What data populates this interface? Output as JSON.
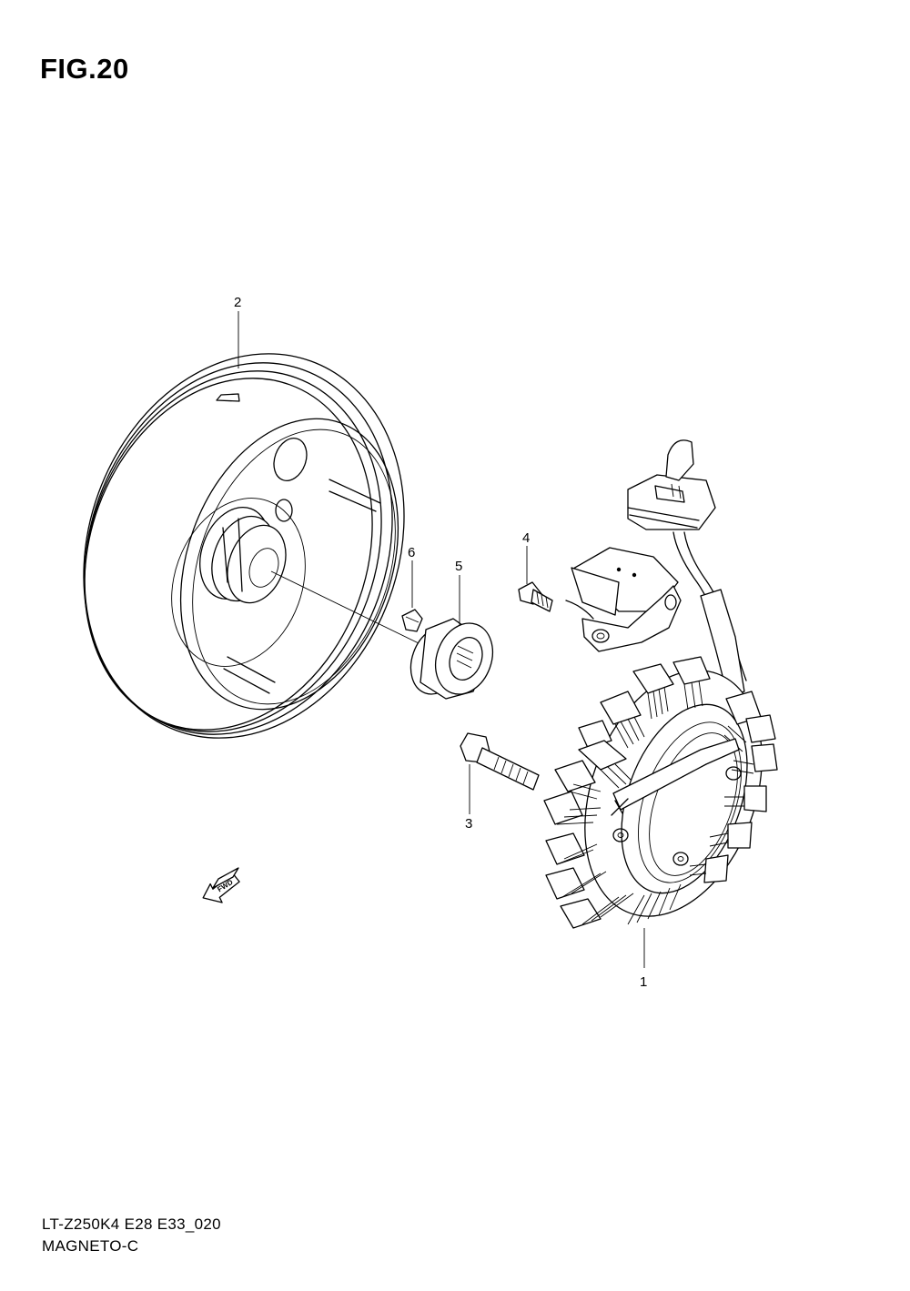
{
  "figure": {
    "title": "FIG.20"
  },
  "footer": {
    "model_code": "LT-Z250K4 E28 E33_020",
    "section_name": "MAGNETO-C"
  },
  "callouts": [
    {
      "number": "1",
      "part": "stator"
    },
    {
      "number": "2",
      "part": "rotor"
    },
    {
      "number": "3",
      "part": "bolt"
    },
    {
      "number": "4",
      "part": "screw"
    },
    {
      "number": "5",
      "part": "nut"
    },
    {
      "number": "6",
      "part": "key"
    }
  ],
  "direction_marker": {
    "label": "FWD"
  }
}
